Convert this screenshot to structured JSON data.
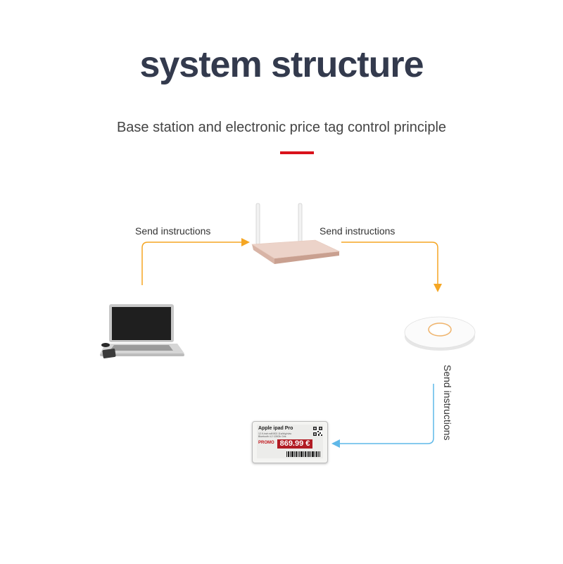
{
  "header": {
    "title": "system structure",
    "subtitle": "Base station and electronic price tag control principle"
  },
  "colors": {
    "accent": "#d9121b",
    "orange_connector": "#f5a623",
    "blue_connector": "#5fb8e8",
    "title_color": "#333a4d"
  },
  "connectors": {
    "laptop_to_router": "Send instructions",
    "router_to_base_station": "Send instructions",
    "base_station_to_tag": "Send instructions"
  },
  "price_tag": {
    "product": "Apple ipad Pro",
    "specs": "12.9-inch  wifi 802.11a/b/g/n/ac  Bluetooth 4.2  128Gb  Gris",
    "promo": "PROMO",
    "price": "869.99 €"
  }
}
